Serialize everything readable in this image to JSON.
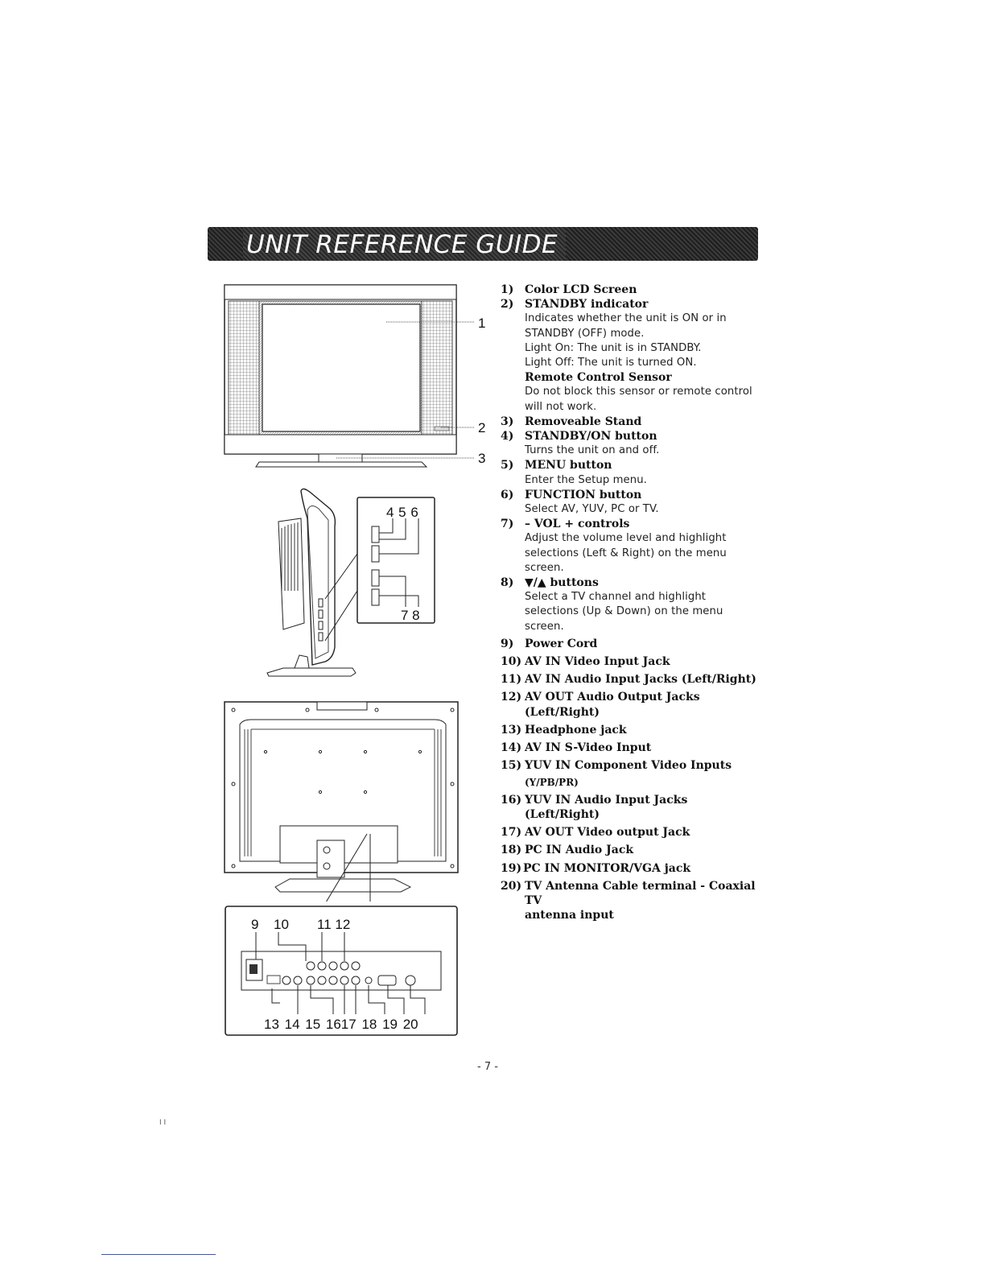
{
  "header": {
    "title": "UNIT REFERENCE GUIDE"
  },
  "callouts": {
    "front": [
      "1",
      "2",
      "3"
    ],
    "side_top": "4 5 6",
    "side_bottom": "7 8",
    "back_top": [
      "9",
      "10",
      "11 12"
    ],
    "back_bottom": "13 14 15 1617 18 19 20"
  },
  "items": [
    {
      "num": "1)",
      "label": "Color LCD Screen"
    },
    {
      "num": "2)",
      "label": "STANDBY indicator",
      "desc": [
        "Indicates whether the unit is ON or in",
        "STANDBY (OFF) mode.",
        "Light On: The unit is in STANDBY.",
        "Light Off: The unit is turned ON."
      ],
      "sub_label": "Remote Control Sensor",
      "sub_desc": [
        "Do not block this sensor or remote control",
        "will not work."
      ]
    },
    {
      "num": "3)",
      "label": "Removeable Stand"
    },
    {
      "num": "4)",
      "label": "STANDBY/ON button",
      "desc": [
        "Turns the unit on and off."
      ]
    },
    {
      "num": "5)",
      "label": "MENU button",
      "desc": [
        "Enter the Setup menu."
      ]
    },
    {
      "num": "6)",
      "label": "FUNCTION button",
      "desc": [
        "Select AV, YUV, PC or TV."
      ]
    },
    {
      "num": "7)",
      "label": "– VOL + controls",
      "desc": [
        "Adjust the volume level and highlight",
        "selections (Left & Right) on the menu",
        "screen."
      ]
    },
    {
      "num": "8)",
      "label": "▼/▲ buttons",
      "desc": [
        "Select a TV channel and highlight",
        "selections (Up & Down) on the menu",
        "screen."
      ]
    },
    {
      "num": "9)",
      "label": "Power Cord"
    },
    {
      "num": "10)",
      "label": "AV IN  Video Input Jack"
    },
    {
      "num": "11)",
      "label": "AV IN  Audio Input Jacks (Left/Right)"
    },
    {
      "num": "12)",
      "label": "AV OUT Audio Output Jacks (Left/Right)"
    },
    {
      "num": "13)",
      "label": "Headphone jack"
    },
    {
      "num": "14)",
      "label": "AV IN  S-Video Input"
    },
    {
      "num": "15)",
      "label": "YUV IN Component Video Inputs",
      "label2": "(Y/PB/PR)"
    },
    {
      "num": "16)",
      "label": "YUV IN Audio Input Jacks (Left/Right)"
    },
    {
      "num": "17)",
      "label": "AV OUT Video output Jack"
    },
    {
      "num": "18)",
      "label": "PC IN Audio Jack"
    },
    {
      "num": "19)",
      "label": "PC IN MONITOR/VGA jack"
    },
    {
      "num": "20)",
      "label": "TV Antenna Cable terminal - Coaxial TV",
      "label2": "antenna input"
    }
  ],
  "footer": {
    "page_number": "- 7 -",
    "marks": "I   I"
  }
}
